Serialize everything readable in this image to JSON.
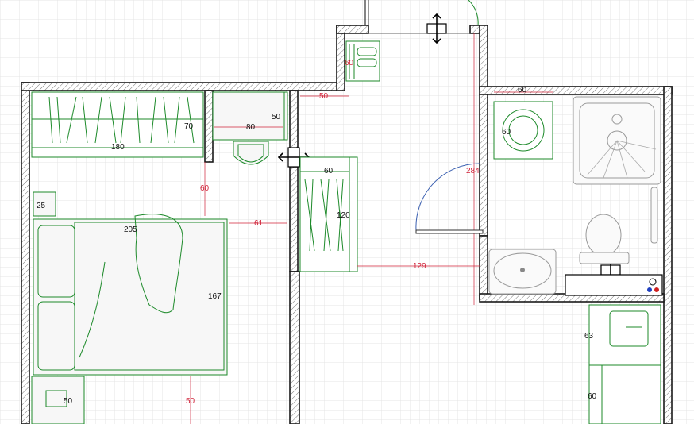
{
  "labels": {
    "d_60_top": "60",
    "d_50_hall": "50",
    "d_180": "180",
    "d_70": "70",
    "d_80": "80",
    "d_50_desk": "50",
    "d_60_bedroom": "60",
    "d_25": "25",
    "d_205": "205",
    "d_61": "61",
    "d_167": "167",
    "d_50_bottom": "50",
    "d_50_chair": "50",
    "d_60_wardrobe": "60",
    "d_120": "120",
    "d_129": "129",
    "d_284": "284",
    "d_60_bath_top": "60",
    "d_60_washer": "60",
    "d_63": "63",
    "d_60_kitchen": "60"
  },
  "colors": {
    "furniture": "#1d8a2a",
    "dimension": "#d0243a",
    "wall": "#1a1a1a",
    "door_arc": "#3a5fb0"
  }
}
